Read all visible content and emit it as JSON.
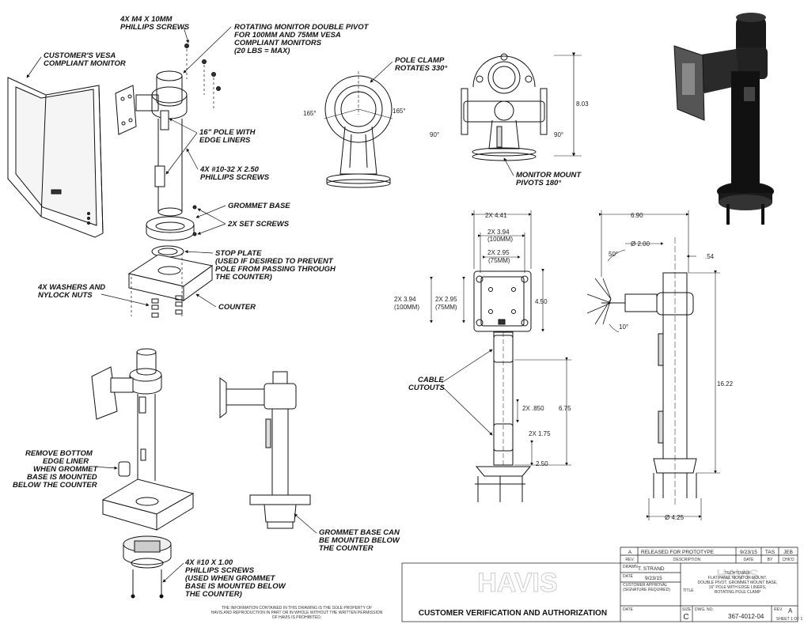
{
  "callouts": {
    "screws_m4": [
      "4X M4 X 10MM",
      "PHILLIPS SCREWS"
    ],
    "rotating_mount": [
      "ROTATING MONITOR DOUBLE PIVOT",
      "FOR 100MM AND 75MM VESA",
      "COMPLIANT MONITORS",
      "(20 LBS = MAX)"
    ],
    "customer_monitor": [
      "CUSTOMER'S VESA",
      "COMPLIANT MONITOR"
    ],
    "pole": [
      "16\" POLE WITH",
      "EDGE LINERS"
    ],
    "screws_10_32": [
      "4X #10-32 X 2.50",
      "PHILLIPS SCREWS"
    ],
    "grommet_base": "GROMMET BASE",
    "set_screws": "2X SET SCREWS",
    "stop_plate": [
      "STOP PLATE",
      "(USED IF DESIRED TO PREVENT",
      "POLE FROM PASSING THROUGH",
      "THE COUNTER)"
    ],
    "washers": [
      "4X WASHERS AND",
      "NYLOCK NUTS"
    ],
    "counter": "COUNTER",
    "pole_clamp": [
      "POLE CLAMP",
      "ROTATES 330°"
    ],
    "monitor_mount_pivots": [
      "MONITOR MOUNT",
      "PIVOTS 180°"
    ],
    "cable_cutouts": [
      "CABLE",
      "CUTOUTS"
    ],
    "remove_liner": [
      "REMOVE BOTTOM",
      "EDGE LINER",
      "WHEN GROMMET",
      "BASE IS MOUNTED",
      "BELOW THE COUNTER"
    ],
    "grommet_below": [
      "GROMMET BASE CAN",
      "BE MOUNTED BELOW",
      "THE COUNTER"
    ],
    "screws_10_100": [
      "4X #10 X 1.00",
      "PHILLIPS SCREWS",
      "(USED WHEN GROMMET",
      "BASE IS MOUNTED BELOW",
      "THE COUNTER)"
    ]
  },
  "dimensions": {
    "angle_165_left": "165°",
    "angle_165_right": "165°",
    "angle_90_left": "90°",
    "angle_90_right": "90°",
    "height_803": "8.03",
    "w_441": "2X 4.41",
    "w_394": "2X 3.94",
    "w_394_mm": "(100MM)",
    "w_295": "2X 2.95",
    "w_295_mm": "(75MM)",
    "h_394": "2X 3.94",
    "h_394_mm": "(100MM)",
    "h_295": "2X 2.95",
    "h_295_mm": "(75MM)",
    "h_450": "4.50",
    "h_675": "6.75",
    "cut_850": "2X .850",
    "cut_175": "2X 1.75",
    "h_250": "2.50",
    "w_690": "6.90",
    "dia_200": "Ø 2.00",
    "offset_54": ".54",
    "angle_50": "50°",
    "angle_10": "10°",
    "h_1622": "16.22",
    "dia_425": "Ø 4.25"
  },
  "title_block": {
    "rev_header": "REV.",
    "desc_header": "DESCRIPTION",
    "date_header": "DATE",
    "by_header": "BY",
    "chkd_header": "CHK'D",
    "rev_value": "A",
    "rev_description": "RELEASED FOR PROTOTYPE",
    "rev_date": "9/23/15",
    "rev_by": "TAS",
    "rev_chkd": "JEB",
    "drawn_label": "DRAWN",
    "drawn_by": "T. STRAND",
    "date_label": "DATE",
    "drawn_date": "9/23/15",
    "approval_label": [
      "CUSTOMER APPROVAL",
      "(SIGNATURE REQUIRED)"
    ],
    "date_label2": "DATE",
    "title_label": "TITLE",
    "title_lines": [
      "TECHTOWER",
      "FLAT PANEL MONITOR MOUNT,",
      "DOUBLE PIVOT, GROMMET MOUNT BASE,",
      "16\" POLE WITH EDGE LINERS,",
      "ROTATING POLE CLAMP"
    ],
    "size_label": "SIZE",
    "size_value": "C",
    "dwg_label": "DWG. NO.",
    "dwg_no": "367-4012-04",
    "rev_label": "REV.",
    "rev_letter": "A",
    "sheet": "SHEET 1 OF 1",
    "logo": "HAVIS",
    "confidential": [
      "THE INFORMATION CONTAINED IN THIS DRAWING IS THE SOLE PROPERTY OF",
      "HAVIS AND REPRODUCTION IN PART OR IN WHOLE WITHOUT THE WRITTEN PERMISSION",
      "OF HAVIS IS PROHIBITED."
    ],
    "verification": "CUSTOMER VERIFICATION AND AUTHORIZATION"
  }
}
